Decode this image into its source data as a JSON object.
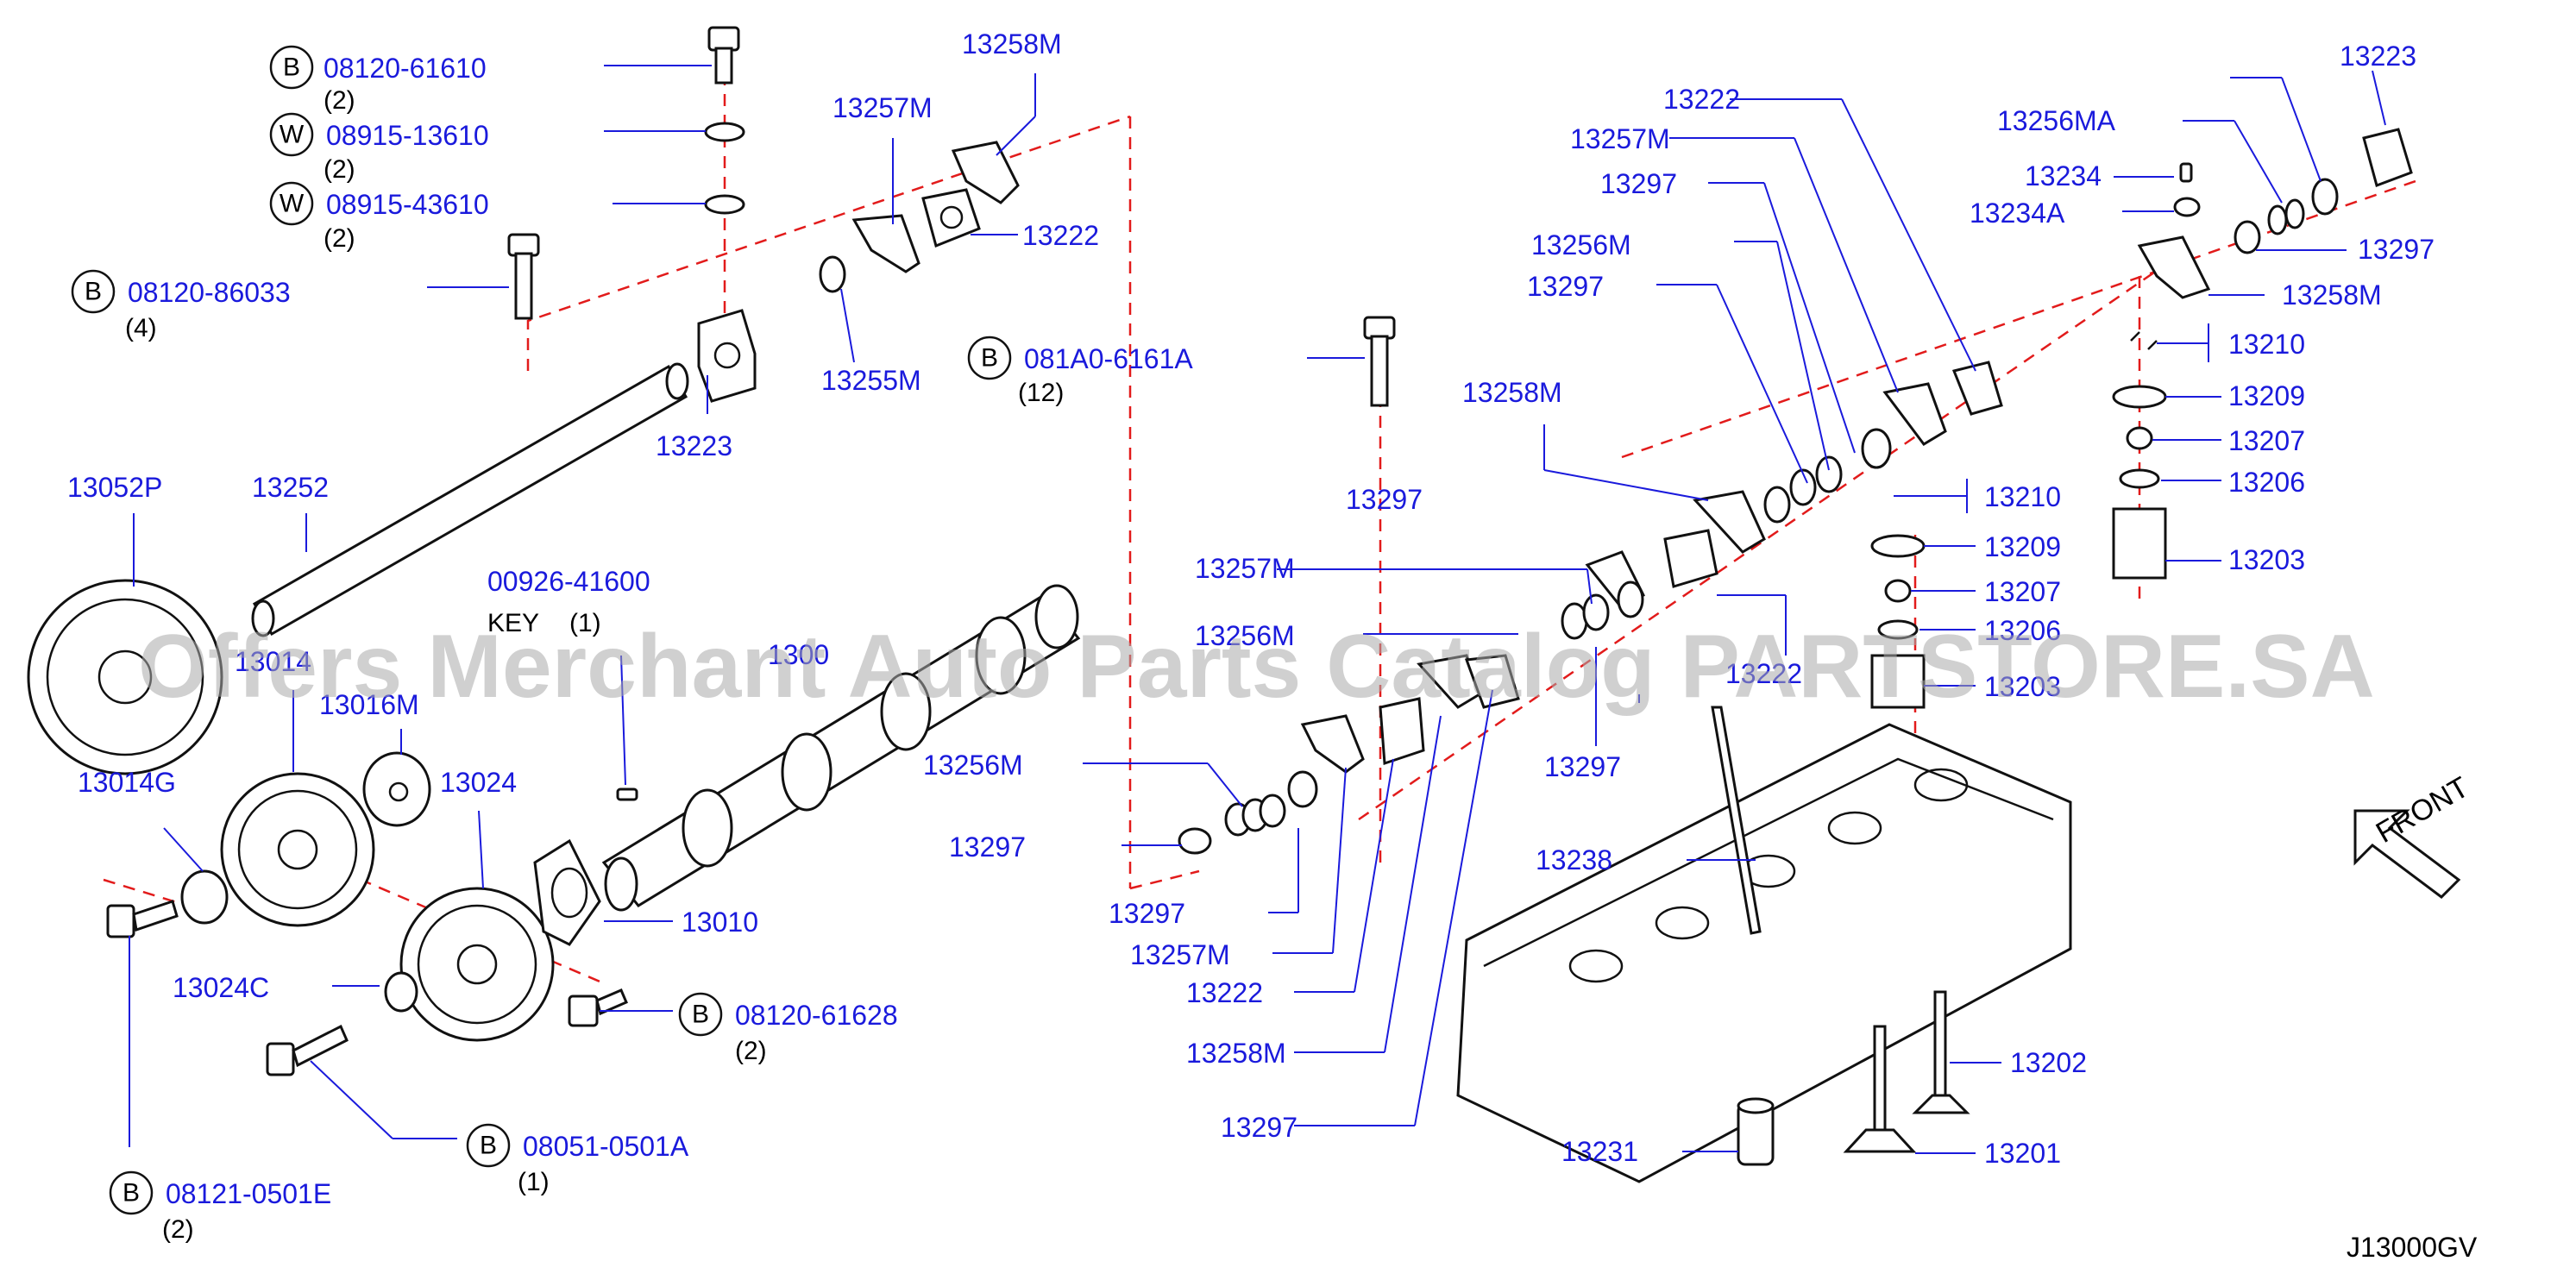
{
  "diagram": {
    "diagram_code": "J13000GV",
    "watermark": "Offers Merchant Auto Parts Catalog PARTSTORE.SA",
    "front_label": "FRONT",
    "key_note": {
      "label": "KEY",
      "qty": "(1)"
    },
    "bolt_callouts": [
      {
        "symbol": "B",
        "part": "08120-61610",
        "qty": "(2)"
      },
      {
        "symbol": "W",
        "part": "08915-13610",
        "qty": "(2)"
      },
      {
        "symbol": "W",
        "part": "08915-43610",
        "qty": "(2)"
      },
      {
        "symbol": "B",
        "part": "08120-86033",
        "qty": "(4)"
      },
      {
        "symbol": "B",
        "part": "081A0-6161A",
        "qty": "(12)"
      },
      {
        "symbol": "B",
        "part": "08120-61628",
        "qty": "(2)"
      },
      {
        "symbol": "B",
        "part": "08051-0501A",
        "qty": "(1)"
      },
      {
        "symbol": "B",
        "part": "08121-0501E",
        "qty": "(2)"
      }
    ],
    "part_labels": [
      "13258M",
      "13257M",
      "13222",
      "13255M",
      "13223",
      "13052P",
      "13252",
      "00926-41600",
      "13014",
      "13016M",
      "13014G",
      "13024",
      "1300",
      "13010",
      "13024C",
      "13256M",
      "13297",
      "13297",
      "13257M",
      "13222",
      "13258M",
      "13297",
      "13257M",
      "13256M",
      "13258M",
      "13297",
      "13256M",
      "13297",
      "13257M",
      "13222",
      "13297",
      "13223",
      "13256MA",
      "13234",
      "13234A",
      "13297",
      "13258M",
      "13210",
      "13209",
      "13207",
      "13206",
      "13203",
      "13210",
      "13209",
      "13207",
      "13206",
      "13203",
      "13238",
      "13202",
      "13231",
      "13201",
      "13297",
      "13222"
    ]
  }
}
